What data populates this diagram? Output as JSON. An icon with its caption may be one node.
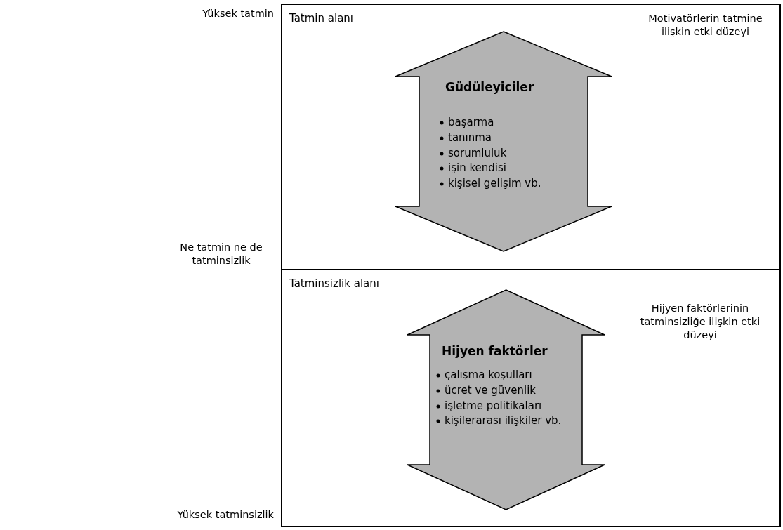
{
  "diagram": {
    "nodes": [
      {
        "text": [
          "Tatmin alanı",
          "Motivatörlerin tatmine ilişkin etki düzeyi"
        ]
      },
      {
        "text": [
          "Güdüleyiciler",
          "başarma",
          "tanınma",
          "sorumluluk",
          "işin kendisi",
          "kişisel gelişim vb."
        ],
        "in": 0
      },
      {
        "text": [
          "Tatminsizlik alanı",
          "Hijyen faktörlerinin tatminsizliğe ilişkin etki düzeyi"
        ]
      },
      {
        "text": [
          "Hijyen faktörler",
          "çalışma koşulları",
          "ücret ve güvenlik",
          "işletme politikaları",
          "kişilerarası ilişkiler vb."
        ],
        "in": 2
      }
    ],
    "edges": [],
    "labels": [
      "Yüksek tatmin",
      "Ne tatmin ne de tatminsizlik",
      "Yüksek tatminsizlik"
    ]
  }
}
